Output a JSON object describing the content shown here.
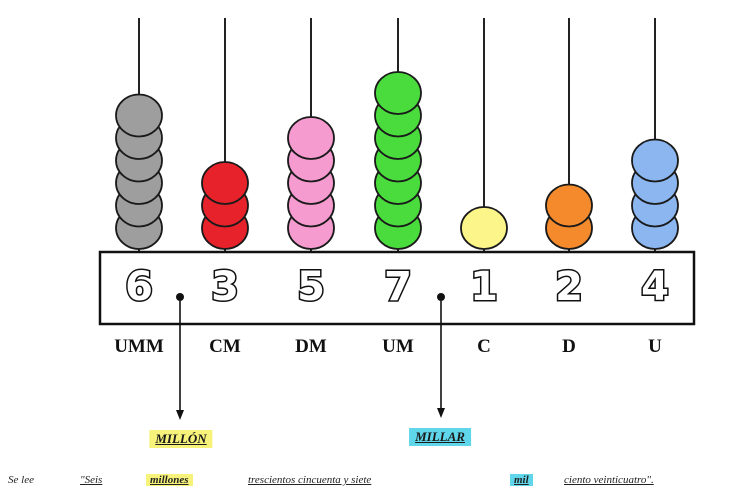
{
  "abacus": {
    "rods": [
      {
        "digit": "6",
        "label": "UMM",
        "beads": 6,
        "color": "#9e9e9e"
      },
      {
        "digit": "3",
        "label": "CM",
        "beads": 3,
        "color": "#e8222a"
      },
      {
        "digit": "5",
        "label": "DM",
        "beads": 5,
        "color": "#f59bd0"
      },
      {
        "digit": "7",
        "label": "UM",
        "beads": 7,
        "color": "#49dc3c"
      },
      {
        "digit": "1",
        "label": "C",
        "beads": 1,
        "color": "#fbf58a"
      },
      {
        "digit": "2",
        "label": "D",
        "beads": 2,
        "color": "#f48a2b"
      },
      {
        "digit": "4",
        "label": "U",
        "beads": 4,
        "color": "#8bb6f0"
      }
    ],
    "separators": [
      "."
    ]
  },
  "annotations": {
    "million": {
      "text": "MILLÓN",
      "color": "#f6f27a"
    },
    "thousand": {
      "text": "MILLAR",
      "color": "#5fd6ea"
    }
  },
  "reading": {
    "prefix": "Se lee",
    "seis": "\"Seis",
    "millones": "millones",
    "middle": "trescientos cincuenta y siete",
    "mil": "mil",
    "end": "ciento veinticuatro\"."
  }
}
